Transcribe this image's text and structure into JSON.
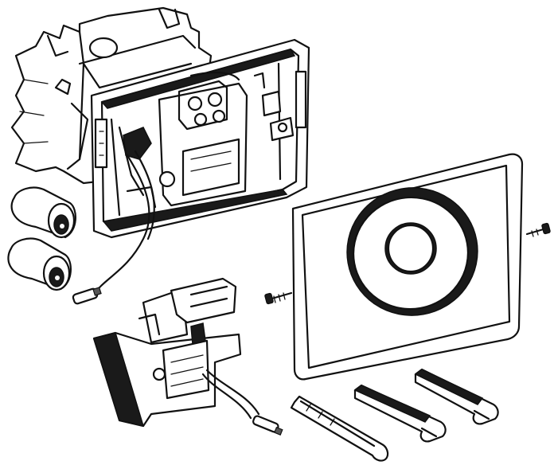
{
  "colors": {
    "line": "#111111",
    "background": "#ffffff",
    "shade": "#1a1a1a"
  },
  "parts": [
    "mounting-frame",
    "back-cover",
    "battery-1",
    "battery-2",
    "electronic-module",
    "actuator-plate",
    "screw-left",
    "screw-right",
    "connecting-rod-1",
    "connecting-rod-2",
    "connecting-rod-3"
  ]
}
